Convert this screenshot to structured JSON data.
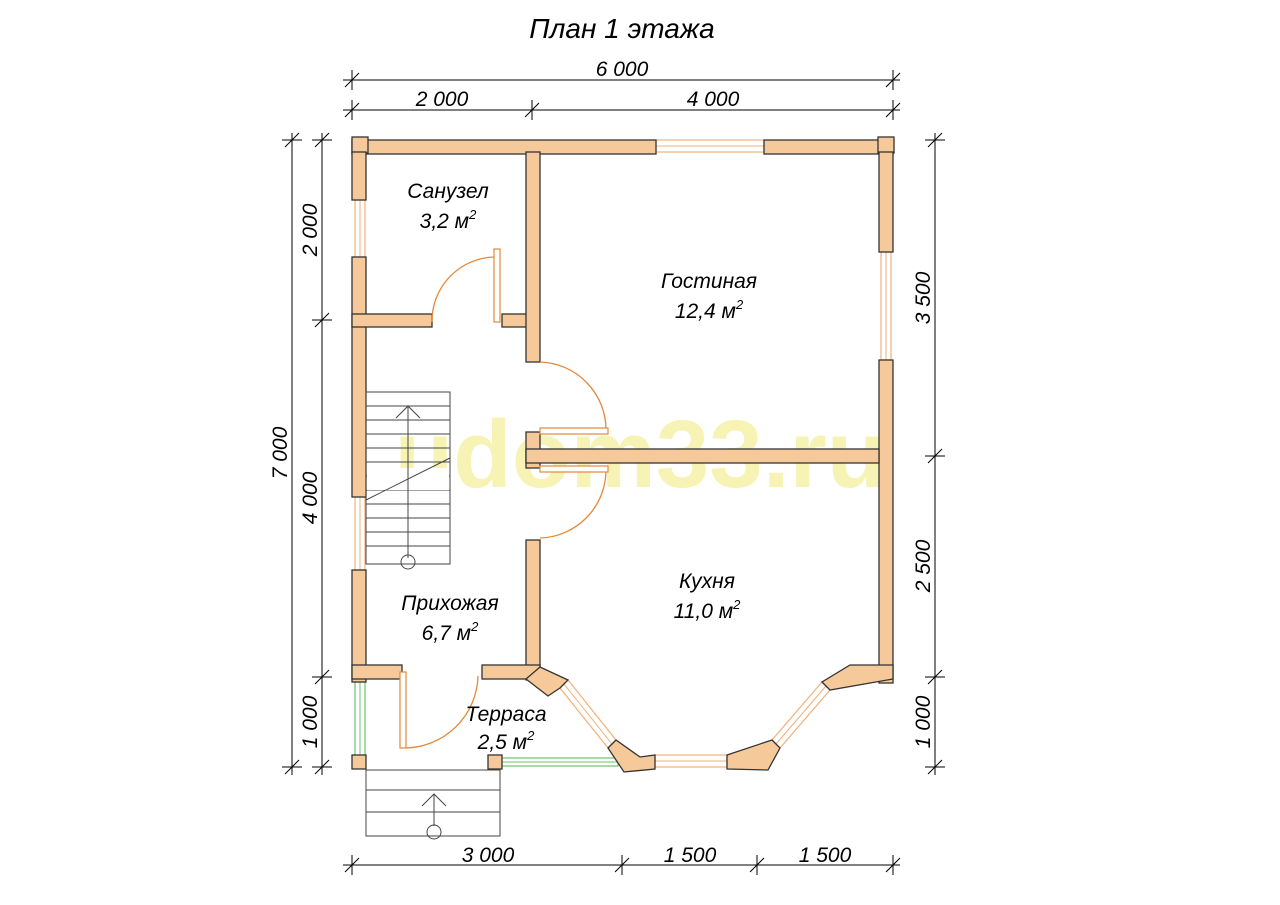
{
  "title": "План 1 этажа",
  "dimensions": {
    "top_total": "6 000",
    "top_left": "2 000",
    "top_right": "4 000",
    "left_total": "7 000",
    "left_top": "2 000",
    "left_mid": "4 000",
    "left_bottom": "1 000",
    "right_top": "3 500",
    "right_mid": "2 500",
    "right_bottom": "1 000",
    "bottom_left": "3 000",
    "bottom_mid": "1 500",
    "bottom_right": "1 500"
  },
  "rooms": {
    "bathroom": {
      "name": "Санузел",
      "area": "3,2 м",
      "exp": "2"
    },
    "living": {
      "name": "Гостиная",
      "area": "12,4 м",
      "exp": "2"
    },
    "hallway": {
      "name": "Прихожая",
      "area": "6,7 м",
      "exp": "2"
    },
    "kitchen": {
      "name": "Кухня",
      "area": "11,0 м",
      "exp": "2"
    },
    "terrace": {
      "name": "Терраса",
      "area": "2,5 м",
      "exp": "2"
    }
  },
  "watermark": "udom33.ru",
  "colors": {
    "wall": "#f6c99a",
    "window": "#f0b07a",
    "terrace_glazing": "#6cc36a",
    "door": "#e28a3a",
    "watermark": "#f3ef9c"
  }
}
